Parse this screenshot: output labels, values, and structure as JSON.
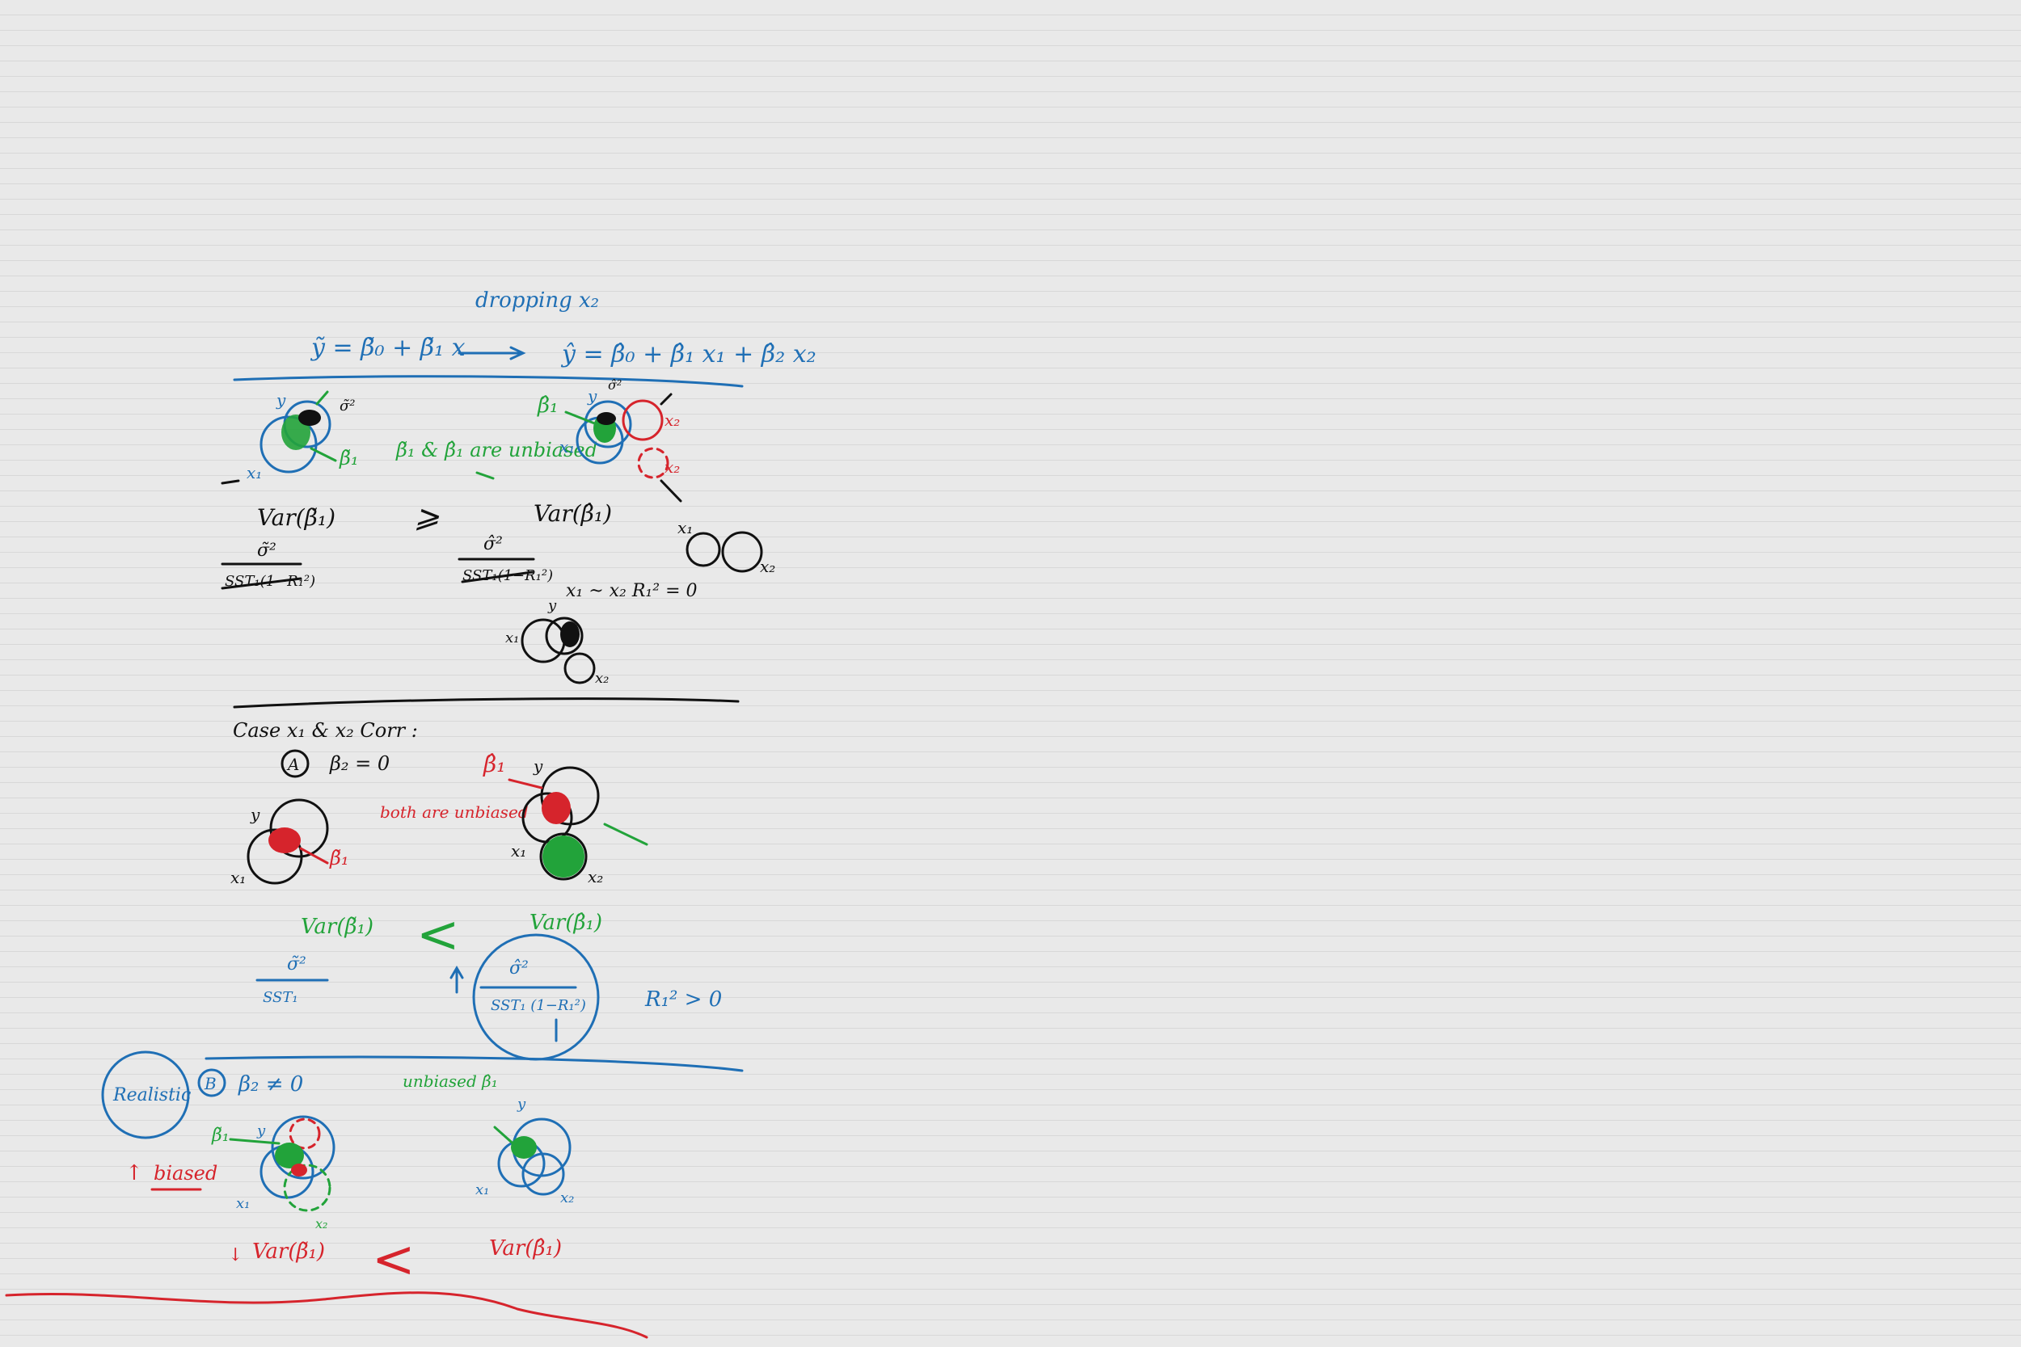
{
  "header": {
    "dropping_label": "dropping x₂",
    "reduced_model": "ỹ = β̃₀ + β̃₁ x",
    "full_model": "ŷ = β̂₀ + β̂₁ x₁ + β̂₂ x₂"
  },
  "section1": {
    "unbiased_note": "β̃₁ & β̂₁ are unbiased",
    "var_tilde": "Var(β̃₁)",
    "var_hat": "Var(β̂₁)",
    "greater_sign": "⩾",
    "frac_tilde_num": "σ̃²",
    "frac_tilde_den": "SST₁(1−R₁²)",
    "frac_hat_num": "σ̂²",
    "frac_hat_den": "SST₁(1−R₁²)",
    "relation": "x₁ ~ x₂   R₁² = 0",
    "labels": {
      "y": "y",
      "x1": "x₁",
      "x2": "x₂",
      "beta_tilde": "β̃₁",
      "beta_hat": "β̂₁",
      "sigma_tilde": "σ̃²",
      "sigma_hat": "σ̂²"
    }
  },
  "section2": {
    "case_title": "Case   x₁ & x₂ Corr :",
    "case_a": "A",
    "case_a_cond": "β₂ = 0",
    "both_unbiased": "both are unbiased",
    "var_tilde": "Var(β̃₁)",
    "var_hat": "Var(β̂₁)",
    "frac_tilde_num": "σ̃²",
    "frac_tilde_den": "SST₁",
    "frac_hat_num": "σ̂²",
    "frac_hat_den": "SST₁ (1−R₁²)",
    "r_cond": "R₁² > 0",
    "less_sign": "<"
  },
  "section3": {
    "realistic": "Realistic",
    "case_b": "B",
    "case_b_cond": "β₂ ≠ 0",
    "unbiased_label": "unbiased β̂₁",
    "biased_label": "biased",
    "var_tilde": "Var(β̃₁)",
    "var_hat": "Var(β̂₁)",
    "less_sign": "<"
  },
  "colors": {
    "background": "#e9e9e9",
    "blue": "#1f6fb5",
    "green": "#22a33a",
    "red": "#d6242c",
    "black": "#111111"
  }
}
